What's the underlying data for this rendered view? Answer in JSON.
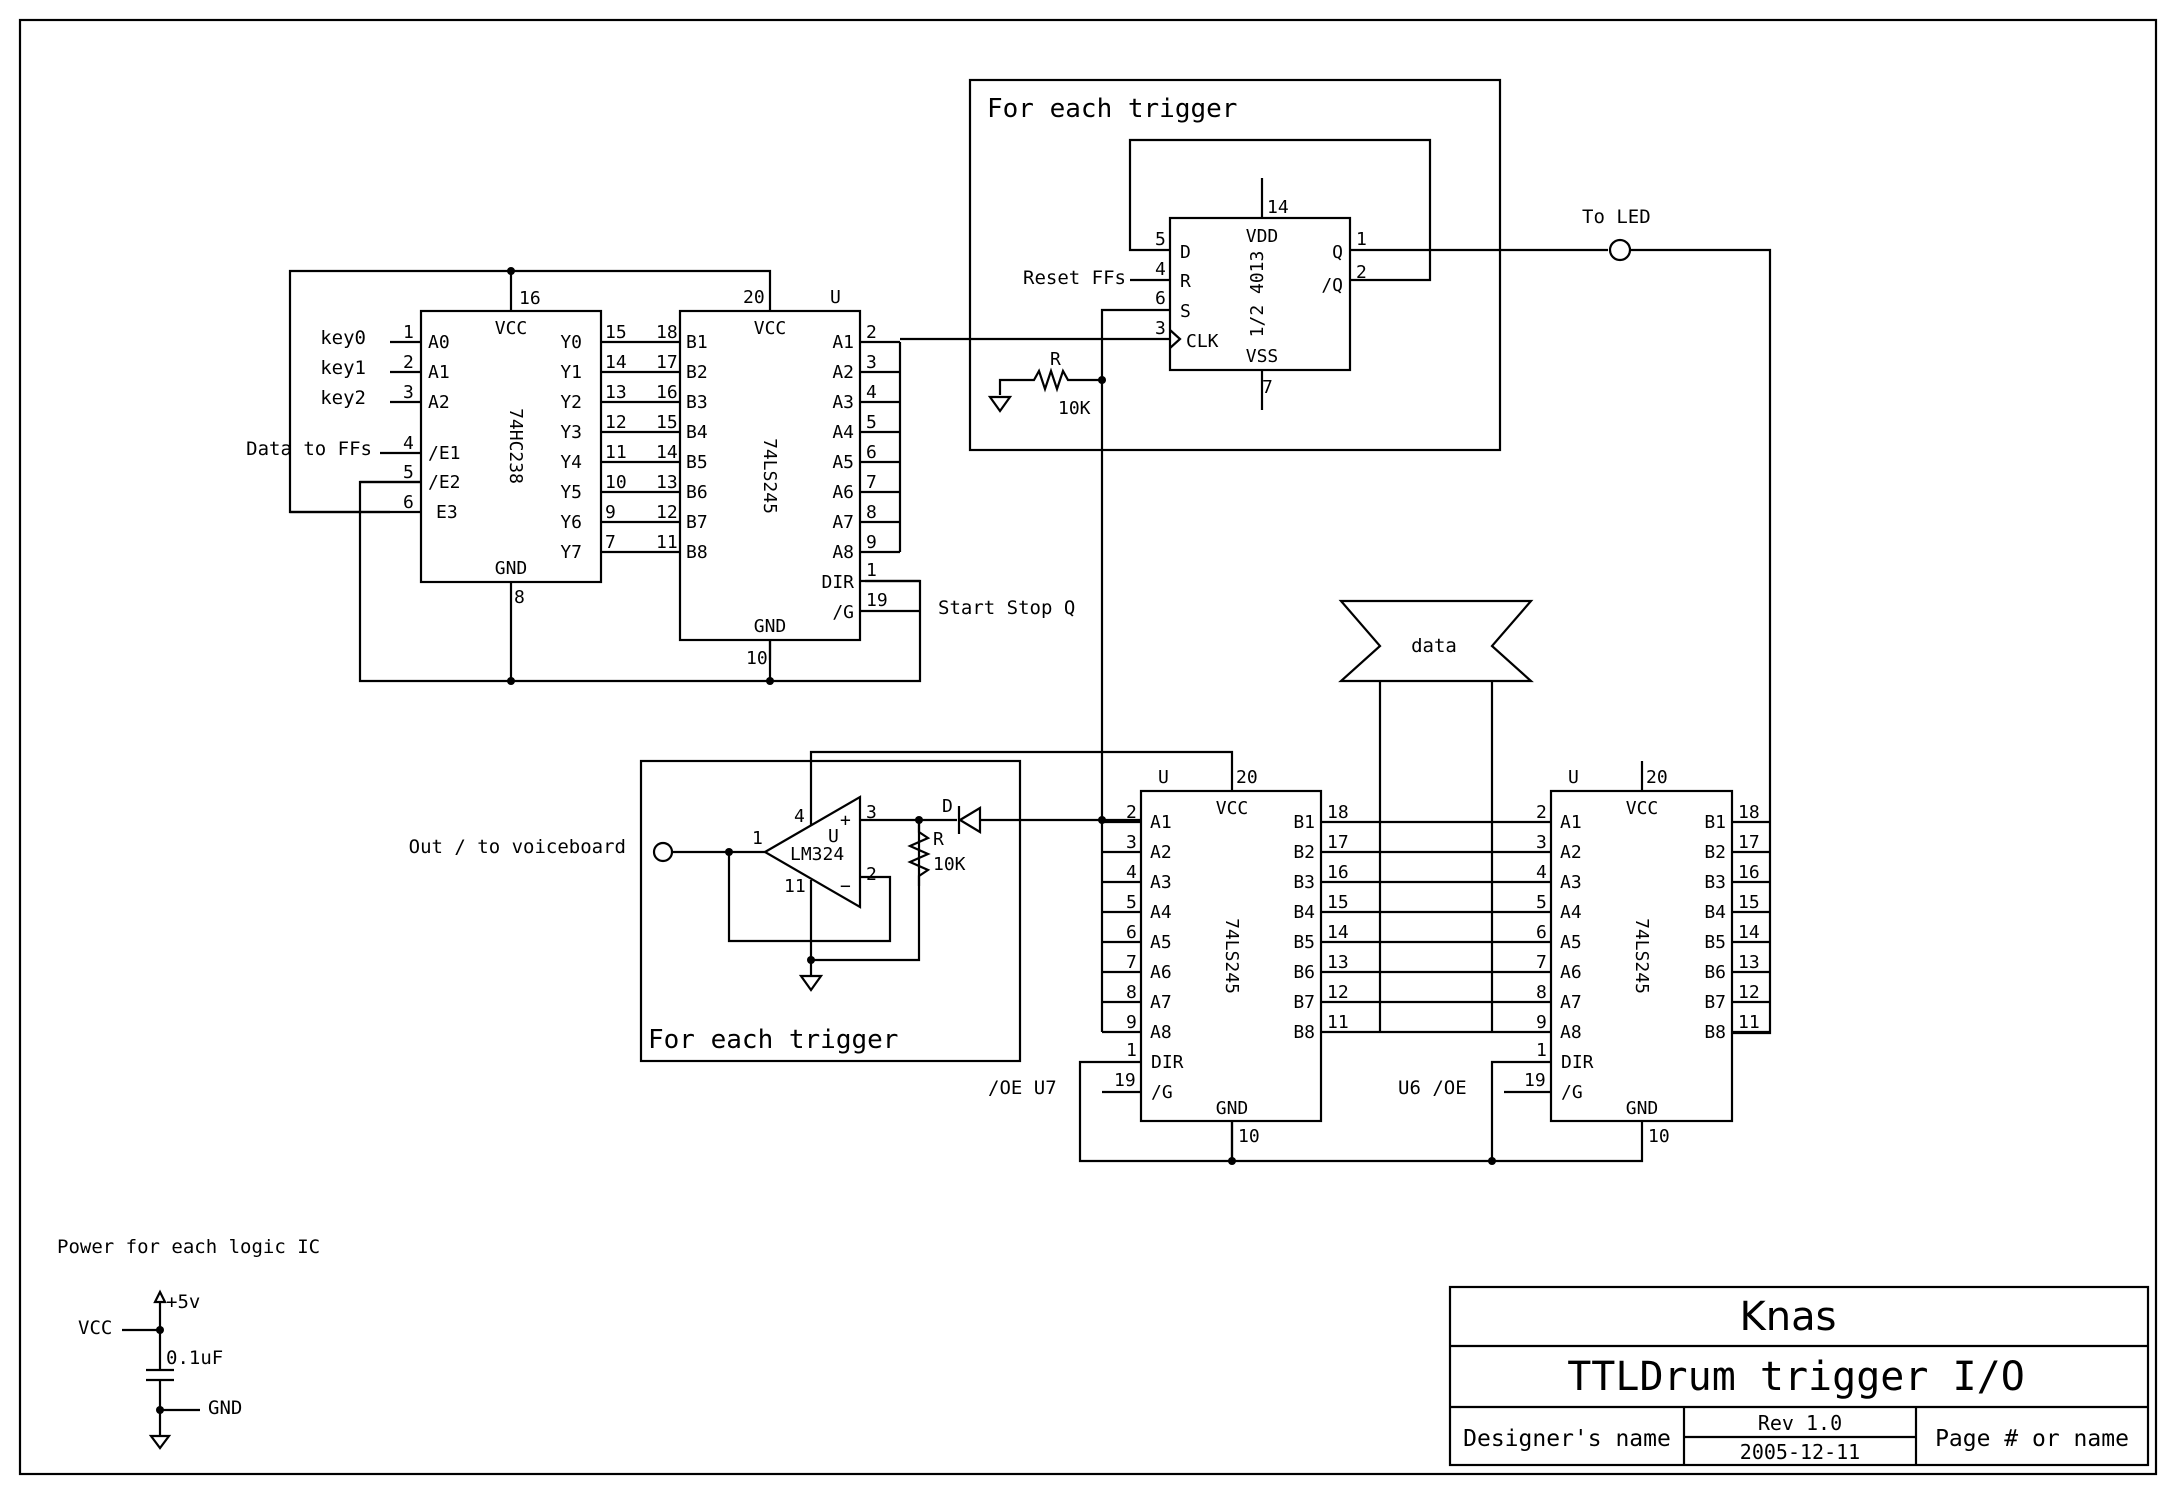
{
  "title_block": {
    "company": "Knas",
    "title": "TTLDrum trigger I/O",
    "designer": "Designer's name",
    "revision": "Rev 1.0",
    "date": "2005-12-11",
    "page": "Page # or name"
  },
  "frames": {
    "ff_frame_title": "For each trigger",
    "opamp_frame_title": "For each trigger"
  },
  "decoder": {
    "name": "74HC238",
    "vcc": "VCC",
    "gnd": "GND",
    "vcc_pin": "16",
    "gnd_pin": "8",
    "inputs": [
      {
        "net": "key0",
        "pin": "1",
        "name": "A0"
      },
      {
        "net": "key1",
        "pin": "2",
        "name": "A1"
      },
      {
        "net": "key2",
        "pin": "3",
        "name": "A2"
      },
      {
        "net": "Data to FFs",
        "pin": "4",
        "name": "/E1"
      },
      {
        "net": "",
        "pin": "5",
        "name": "/E2"
      },
      {
        "net": "",
        "pin": "6",
        "name": "E3"
      }
    ],
    "outputs": [
      {
        "name": "Y0",
        "pin": "15"
      },
      {
        "name": "Y1",
        "pin": "14"
      },
      {
        "name": "Y2",
        "pin": "13"
      },
      {
        "name": "Y3",
        "pin": "12"
      },
      {
        "name": "Y4",
        "pin": "11"
      },
      {
        "name": "Y5",
        "pin": "10"
      },
      {
        "name": "Y6",
        "pin": "9"
      },
      {
        "name": "Y7",
        "pin": "7"
      }
    ]
  },
  "buffers": [
    {
      "id": "top",
      "name": "74LS245",
      "designator": "U",
      "vcc": "VCC",
      "gnd": "GND",
      "vcc_pin": "20",
      "gnd_pin": "10",
      "dir": "DIR",
      "dir_pin": "1",
      "g": "/G",
      "g_pin": "19",
      "b_pins": [
        {
          "name": "B1",
          "pin": "18"
        },
        {
          "name": "B2",
          "pin": "17"
        },
        {
          "name": "B3",
          "pin": "16"
        },
        {
          "name": "B4",
          "pin": "15"
        },
        {
          "name": "B5",
          "pin": "14"
        },
        {
          "name": "B6",
          "pin": "13"
        },
        {
          "name": "B7",
          "pin": "12"
        },
        {
          "name": "B8",
          "pin": "11"
        }
      ],
      "a_pins": [
        {
          "name": "A1",
          "pin": "2"
        },
        {
          "name": "A2",
          "pin": "3"
        },
        {
          "name": "A3",
          "pin": "4"
        },
        {
          "name": "A4",
          "pin": "5"
        },
        {
          "name": "A5",
          "pin": "6"
        },
        {
          "name": "A6",
          "pin": "7"
        },
        {
          "name": "A7",
          "pin": "8"
        },
        {
          "name": "A8",
          "pin": "9"
        }
      ]
    },
    {
      "id": "u7",
      "name": "74LS245",
      "designator": "U",
      "vcc": "VCC",
      "gnd": "GND",
      "vcc_pin": "20",
      "gnd_pin": "10",
      "dir": "DIR",
      "dir_pin": "1",
      "g": "/G",
      "g_pin": "19",
      "a_pins": [
        {
          "name": "A1",
          "pin": "2"
        },
        {
          "name": "A2",
          "pin": "3"
        },
        {
          "name": "A3",
          "pin": "4"
        },
        {
          "name": "A4",
          "pin": "5"
        },
        {
          "name": "A5",
          "pin": "6"
        },
        {
          "name": "A6",
          "pin": "7"
        },
        {
          "name": "A7",
          "pin": "8"
        },
        {
          "name": "A8",
          "pin": "9"
        }
      ],
      "b_pins": [
        {
          "name": "B1",
          "pin": "18"
        },
        {
          "name": "B2",
          "pin": "17"
        },
        {
          "name": "B3",
          "pin": "16"
        },
        {
          "name": "B4",
          "pin": "15"
        },
        {
          "name": "B5",
          "pin": "14"
        },
        {
          "name": "B6",
          "pin": "13"
        },
        {
          "name": "B7",
          "pin": "12"
        },
        {
          "name": "B8",
          "pin": "11"
        }
      ]
    },
    {
      "id": "u6",
      "name": "74LS245",
      "designator": "U",
      "vcc": "VCC",
      "gnd": "GND",
      "vcc_pin": "20",
      "gnd_pin": "10",
      "dir": "DIR",
      "dir_pin": "1",
      "g": "/G",
      "g_pin": "19",
      "a_pins": [
        {
          "name": "A1",
          "pin": "2"
        },
        {
          "name": "A2",
          "pin": "3"
        },
        {
          "name": "A3",
          "pin": "4"
        },
        {
          "name": "A4",
          "pin": "5"
        },
        {
          "name": "A5",
          "pin": "6"
        },
        {
          "name": "A6",
          "pin": "7"
        },
        {
          "name": "A7",
          "pin": "8"
        },
        {
          "name": "A8",
          "pin": "9"
        }
      ],
      "b_pins": [
        {
          "name": "B1",
          "pin": "18"
        },
        {
          "name": "B2",
          "pin": "17"
        },
        {
          "name": "B3",
          "pin": "16"
        },
        {
          "name": "B4",
          "pin": "15"
        },
        {
          "name": "B5",
          "pin": "14"
        },
        {
          "name": "B6",
          "pin": "13"
        },
        {
          "name": "B7",
          "pin": "12"
        },
        {
          "name": "B8",
          "pin": "11"
        }
      ]
    }
  ],
  "flipflop": {
    "name": "1/2 4013",
    "vdd": "VDD",
    "vss": "VSS",
    "vdd_pin": "14",
    "vss_pin": "7",
    "pins": [
      {
        "name": "D",
        "pin": "5"
      },
      {
        "name": "R",
        "pin": "4"
      },
      {
        "name": "S",
        "pin": "6"
      },
      {
        "name": "CLK",
        "pin": "3"
      },
      {
        "name": "Q",
        "pin": "1"
      },
      {
        "name": "/Q",
        "pin": "2"
      }
    ],
    "reset_label": "Reset FFs",
    "resistor_ref": "R",
    "resistor_value": "10K",
    "led_label": "To LED"
  },
  "opamp": {
    "name": "LM324",
    "designator": "U",
    "pin_out": "1",
    "pin_vcc": "4",
    "pin_in_plus": "3",
    "pin_in_minus": "2",
    "pin_gnd": "11",
    "plus": "+",
    "minus": "−",
    "diode_ref": "D",
    "resistor_ref": "R",
    "resistor_value": "10K",
    "out_label": "Out / to voiceboard"
  },
  "nets": {
    "start_stop": "Start Stop Q",
    "data_bus": "data",
    "oe_u7": "/OE U7",
    "oe_u6": "U6 /OE"
  },
  "power": {
    "title": "Power for each logic IC",
    "supply": "+5v",
    "vcc": "VCC",
    "cap": "0.1uF",
    "gnd": "GND"
  }
}
